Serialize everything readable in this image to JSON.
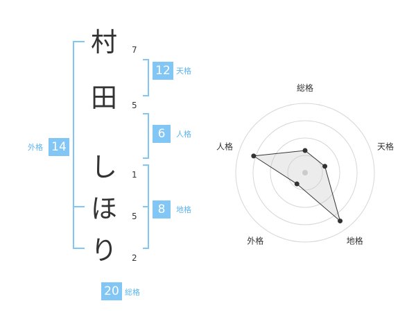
{
  "name": {
    "characters": [
      {
        "char": "村",
        "strokes": "7"
      },
      {
        "char": "田",
        "strokes": "5"
      },
      {
        "char": "し",
        "strokes": "1"
      },
      {
        "char": "ほ",
        "strokes": "5"
      },
      {
        "char": "り",
        "strokes": "2"
      }
    ]
  },
  "kakusu": {
    "tenkaku": {
      "value": "12",
      "label": "天格"
    },
    "jinkaku": {
      "value": "6",
      "label": "人格"
    },
    "chikaku": {
      "value": "8",
      "label": "地格"
    },
    "gaikaku": {
      "value": "14",
      "label": "外格"
    },
    "soukaku": {
      "value": "20",
      "label": "総格"
    }
  },
  "colors": {
    "accent": "#81c6f4",
    "line": "#5cb4ef",
    "text": "#333333"
  },
  "chart_data": {
    "type": "radar",
    "axes": [
      "総格",
      "天格",
      "地格",
      "外格",
      "人格"
    ],
    "values": [
      0.32,
      0.3,
      0.86,
      0.2,
      0.78
    ],
    "rings": 4,
    "range": [
      0,
      1
    ]
  }
}
